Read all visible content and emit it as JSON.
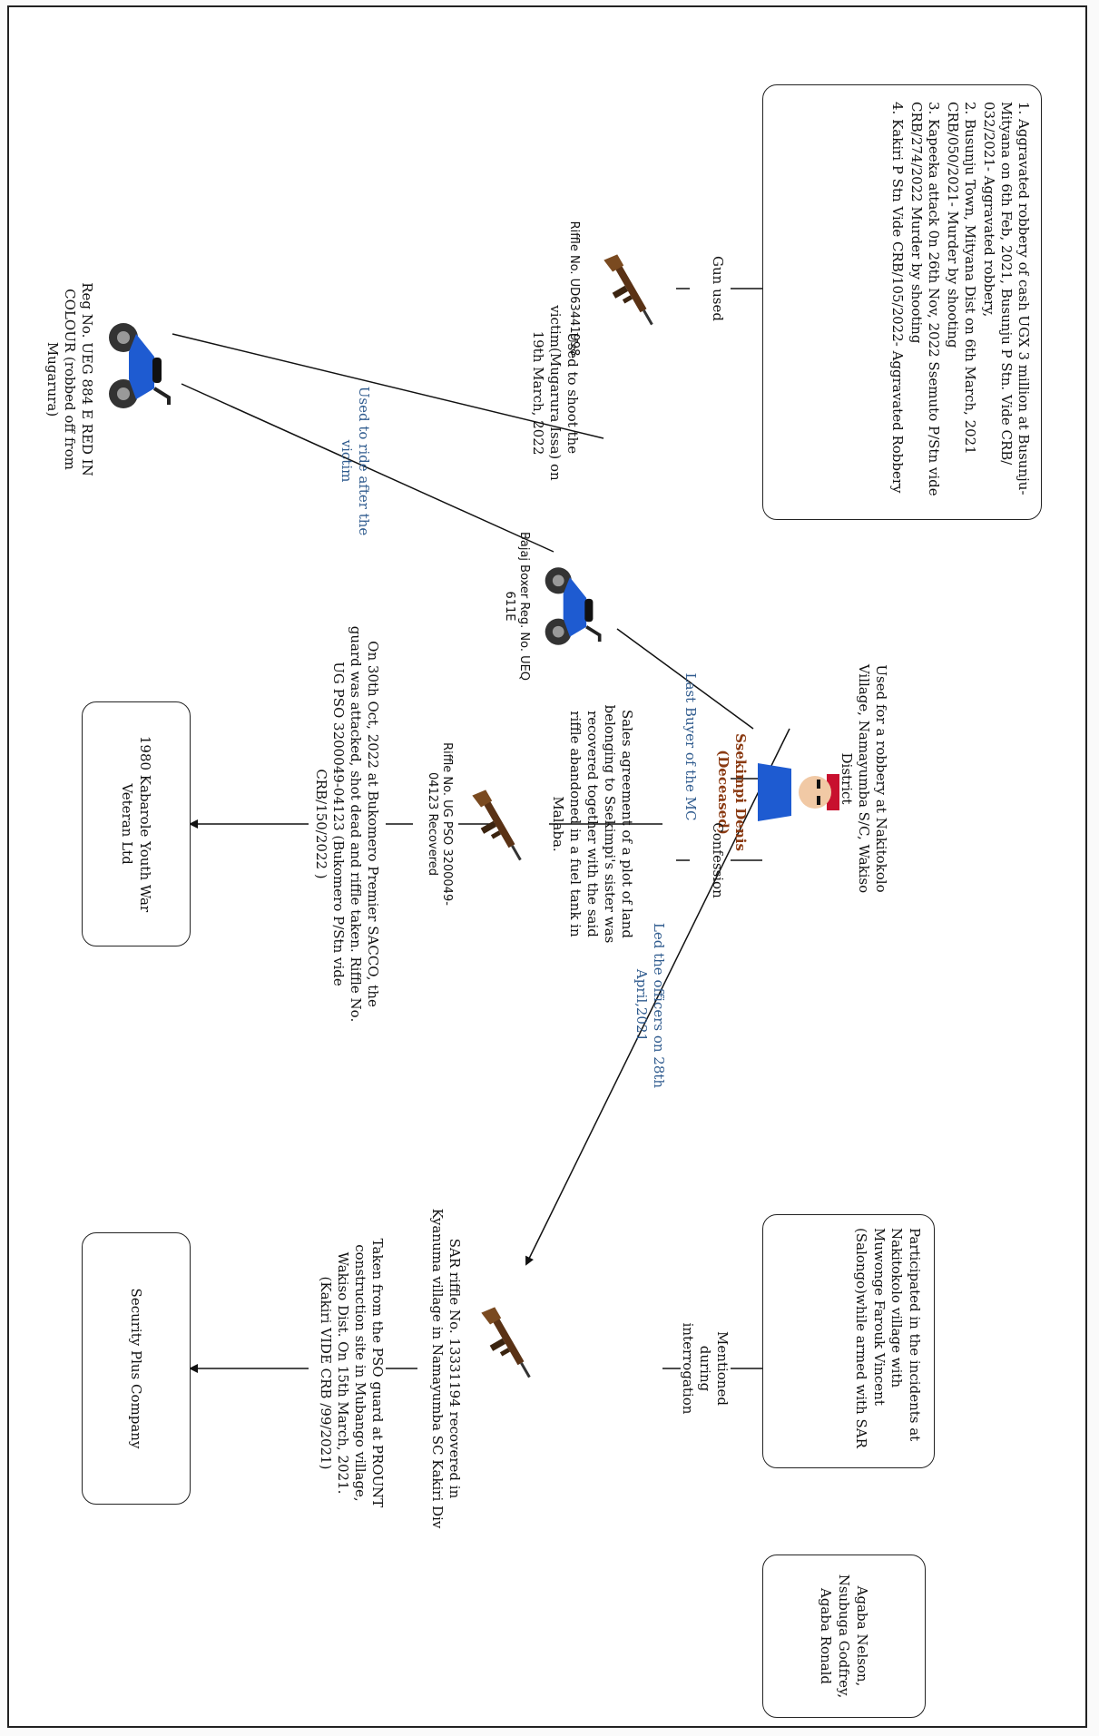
{
  "crimes_box": {
    "items": [
      "1. Aggravated robbery of cash UGX 3 million at Busunju-Mityana on 6th Feb, 2021, Busunju P Stn. Vide CRB/ 032/2021- Aggravated robbery,",
      "2. Busunju Town, Mityana Dist on 6th March, 2021 CRB/050/2021- Murder by shooting",
      "3. Kapeeka attack 0n 26th Nov, 2022 Ssemuto P/Stn vide CRB/274/2022 Murder by shooting",
      "4. Kakiri P Stn Vide CRB/105/2022- Aggravated Robbery"
    ]
  },
  "labels": {
    "gun_used": "Gun used",
    "confession": "Confession",
    "mentioned": "Mentioned during interrogation",
    "used_to_shoot": "Used to shoot the victim(Mugarura Issa) on 19th March, 2022",
    "used_to_ride": "Used to ride after the victim",
    "last_buyer": "Last Buyer of the MC",
    "led_officers": "Led the officers on 28th April,2021"
  },
  "nodes": {
    "rifle1_caption": "Riffle No. UD63441998",
    "rifle1_note": "Used for a robbery at Nakitokolo Village, Namayumba S/C, Wakiso District",
    "person_name": "Ssekimpi Denis (Deceased)",
    "incidents_box": "Participated in the incidents at Nakitokolo village with Muwonge Farouk Vincent (Salongo)while armed with SAR",
    "accomplices_box": "Agaba Nelson, Nsubuga Godfrey, Agaba Ronald",
    "motorcycle1_caption": "Reg No. UEG 884 E RED IN COLOUR (robbed off from Mugarura)",
    "motorcycle2_caption": "Bajaj Boxer Reg. No. UEQ 611E",
    "sales_note": "Sales agreement of a plot of land belonging to Ssekimpi's sister was recovered together with the said riffle abandoned in a fuel tank in Malaba.",
    "rifle2_caption": "Riffle No. UG PSO 3200049-04123 Recovered",
    "rifle2_note": "On 30th Oct, 2022 at Bukomero Premier SACCO, the guard was attacked, shot dead and riffle taken. Riffle No. UG PSO 3200049-04123 (Bukomero P/Stn vide CRB/150/2022 )",
    "owner1_box": "1980 Kabarole Youth War Veteran Ltd",
    "rifle3_caption": "SAR riffle No. 13331194 recovered in Kyanuma village in Namayumba SC Kakiri Div",
    "rifle3_note": "Taken from the PSO guard at PROUNT construction site in Mubango village, Wakiso Dist. On 15th March, 2021. (Kakiri VIDE CRB /99/2021)",
    "owner2_box": "Security Plus Company"
  },
  "icons": {
    "rifle": "rifle-icon",
    "motorcycle": "motorcycle-icon",
    "person": "person-icon"
  },
  "colors": {
    "blue_label": "#2f5b8e",
    "deceased_name": "#8a3a12",
    "motorcycle_body": "#1e5bd1"
  }
}
